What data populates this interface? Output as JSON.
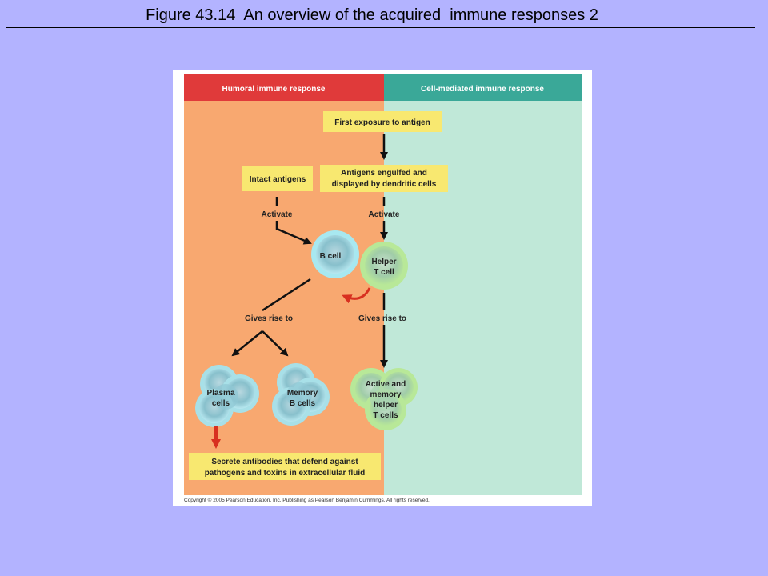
{
  "slide": {
    "title": "Figure 43.14  An overview of the acquired  immune responses 2"
  },
  "figure": {
    "headers": {
      "humoral": "Humoral immune response",
      "cell_mediated": "Cell-mediated immune response"
    },
    "boxes": {
      "first_exposure": "First exposure to antigen",
      "intact_antigens": "Intact antigens",
      "engulfed_line1": "Antigens engulfed and",
      "engulfed_line2": "displayed by dendritic cells",
      "secrete_line1": "Secrete antibodies that defend against",
      "secrete_line2": "pathogens and toxins in extracellular fluid"
    },
    "labels": {
      "activate_left": "Activate",
      "activate_right": "Activate",
      "gives_rise_left": "Gives rise to",
      "gives_rise_right": "Gives rise to"
    },
    "cells": {
      "b_cell": "B cell",
      "helper_line1": "Helper",
      "helper_line2": "T cell",
      "plasma_line1": "Plasma",
      "plasma_line2": "cells",
      "memory_b_line1": "Memory",
      "memory_b_line2": "B cells",
      "active_line1": "Active and",
      "active_line2": "memory",
      "active_line3": "helper",
      "active_line4": "T cells"
    },
    "copyright": "Copyright © 2005 Pearson Education, Inc. Publishing as Pearson Benjamin Cummings. All rights reserved.",
    "colors": {
      "humoral_header": "#e03a3a",
      "cell_header": "#3aa898",
      "humoral_bg": "#f8a870",
      "cell_bg": "#c0e8d8",
      "box_yellow": "#f8e870",
      "b_cell": "#98d8e0",
      "t_cell": "#b0e098",
      "red_arrow": "#d83020"
    }
  }
}
